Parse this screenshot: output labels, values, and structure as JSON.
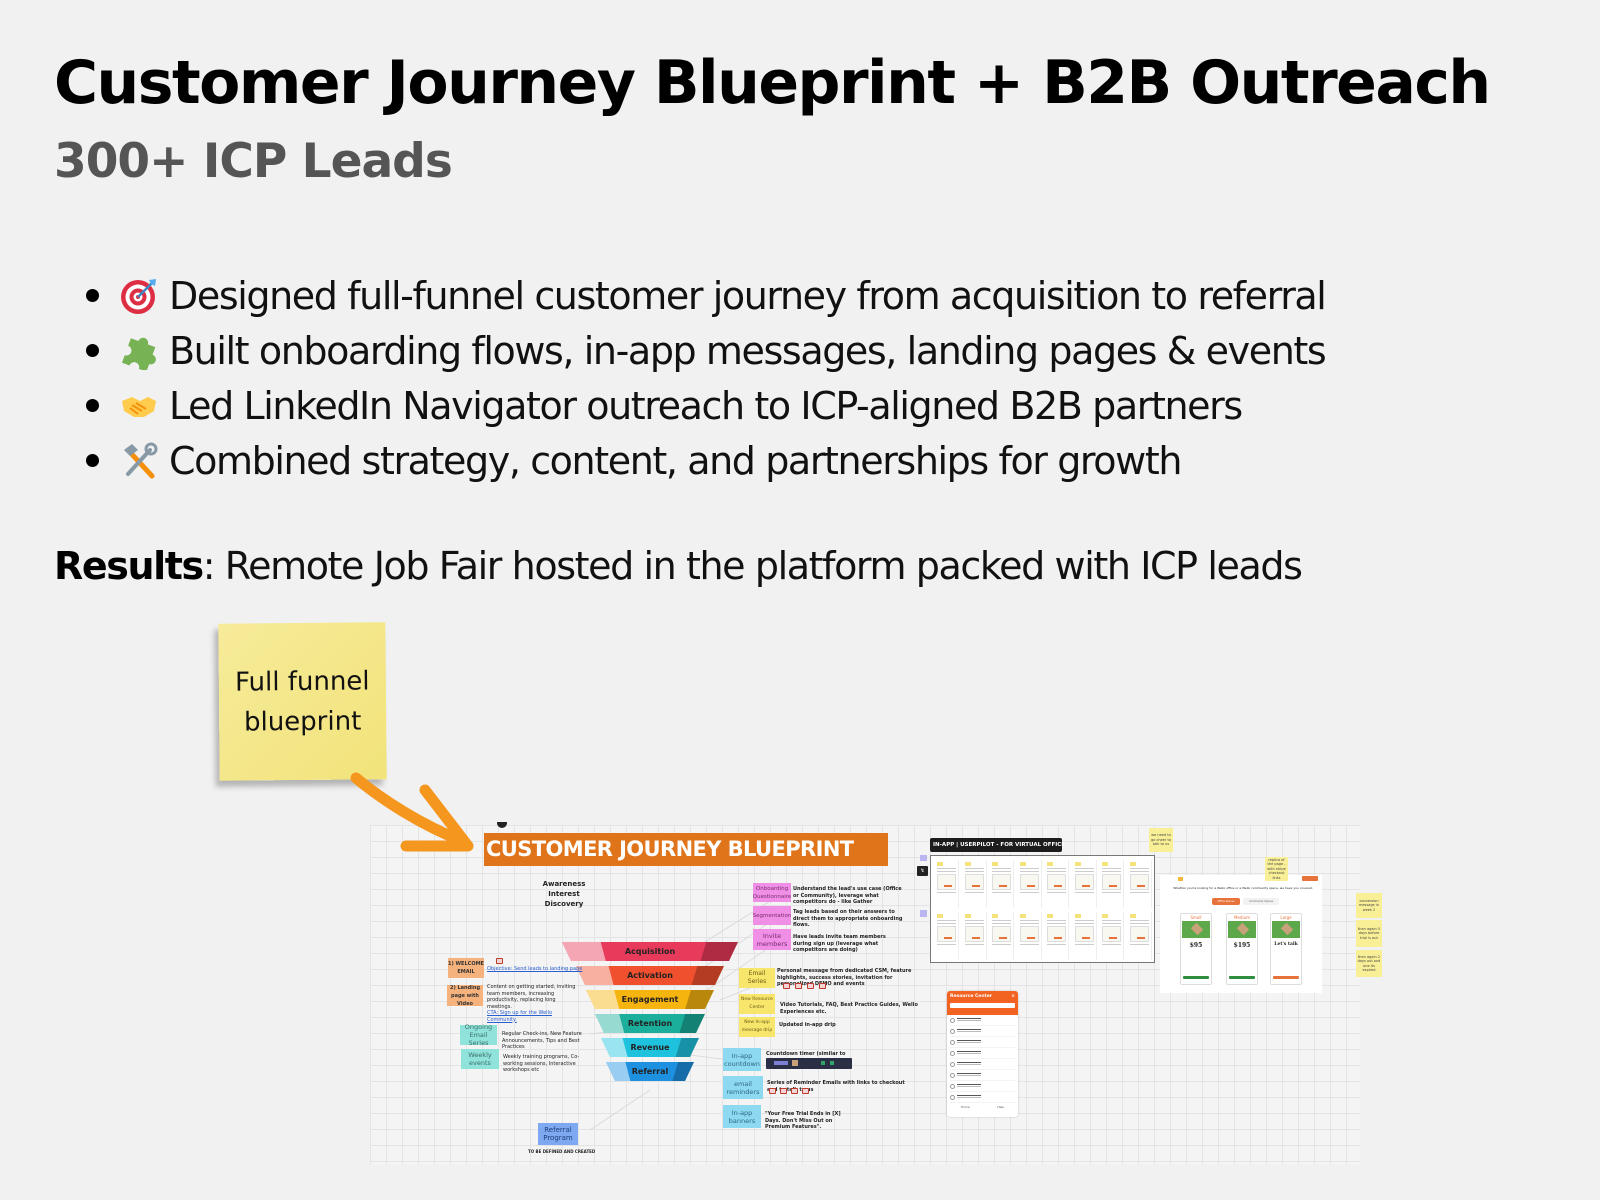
{
  "header": {
    "title": "Customer Journey Blueprint + B2B Outreach",
    "subtitle": "300+ ICP Leads"
  },
  "bullets": [
    {
      "icon": "target-icon",
      "text": "Designed full-funnel customer journey from acquisition to referral"
    },
    {
      "icon": "puzzle-piece-icon",
      "text": "Built onboarding flows, in-app messages, landing pages & events"
    },
    {
      "icon": "handshake-icon",
      "text": "Led LinkedIn Navigator outreach to ICP-aligned B2B partners"
    },
    {
      "icon": "hammer-wrench-icon",
      "text": "Combined strategy, content, and partnerships for growth"
    }
  ],
  "results": {
    "label": "Results",
    "text": ": Remote Job Fair hosted in the platform packed with ICP leads"
  },
  "sticky_note": {
    "line1": "Full funnel",
    "line2": "blueprint"
  },
  "blueprint": {
    "banner": "CUSTOMER JOURNEY BLUEPRINT",
    "stages_top": [
      "Awareness",
      "Interest",
      "Discovery"
    ],
    "funnel": [
      "Acquisition",
      "Activation",
      "Engagement",
      "Retention",
      "Revenue",
      "Referral"
    ],
    "funnel_colors": [
      "#e83a5a",
      "#f0502e",
      "#f6b40f",
      "#1aae9b",
      "#1fc2dd",
      "#1e90e0"
    ],
    "left": {
      "welcome_email": "1) WELCOME EMAIL",
      "welcome_objective": "Objective: Send leads to landing page",
      "landing_page": "2) Landing page with Video",
      "landing_desc": "Content on getting started, inviting team members, increasing productivity, replacing long meetings.",
      "landing_cta": "CTA: Sign up for the Wello Community.",
      "ongoing_email": "Ongoing Email Series",
      "ongoing_desc": "Regular Check-ins, New Feature Announcements, Tips and Best Practices",
      "weekly_events": "Weekly events",
      "weekly_desc": "Weekly training programs, Co-working sessions, Interactive workshops etc",
      "referral_program": "Referral Program",
      "referral_note": "TO BE DEFINED AND CREATED"
    },
    "right": {
      "onboarding_q": "Onboarding Questionnaire",
      "onboarding_q_desc": "Understand the lead's use case (Office or Community), leverage what competitors do - like Gather",
      "segmentation": "Segmentation",
      "segmentation_desc": "Tag leads based on their answers to direct them to appropriate onboarding flows.",
      "invite_members": "Invite members",
      "invite_desc": "Have leads invite team members during sign up (leverage what competitors are doing)",
      "email_series": "Email Series",
      "email_series_desc": "Personal message from dedicated CSM, feature highlights, success stories, invitation for personalized DEMO and events",
      "resource_center": "New Resource Center",
      "resource_center_desc": "Video Tutorials, FAQ, Best Practice Guides, Wello Experiences etc.",
      "inapp_drip": "New In-app message drip",
      "inapp_drip_desc": "Updated in-app drip",
      "countdown": "In-app countdown",
      "countdown_desc": "Countdown timer (similar to Gather)",
      "email_reminders": "email reminders",
      "email_reminders_desc": "Series of Reminder Emails with links to checkout and to talk to us",
      "inapp_banners": "In-app banners",
      "inapp_banners_desc": "\"Your Free Trial Ends in [X] Days. Don't Miss Out on Premium Features\"."
    },
    "userpilot_header": "IN-APP | USERPILOT - FOR VIRTUAL OFFICE",
    "resource_center_panel": {
      "title": "Resource Center",
      "items": [
        "Support Chat",
        "Video Tutorials",
        "FAQs",
        "Best Practice Guides",
        "Customer Success Manager Contact",
        "Book a Demo",
        "Join Our Wello Community",
        "Upcoming Events"
      ],
      "nav": [
        "Home",
        "Help"
      ]
    },
    "pricing": {
      "tagline": "Whether you're looking for a Wello office or a Wello community space, we have you covered.",
      "tabs": [
        "Office Spaces",
        "Community Spaces"
      ],
      "plans": [
        {
          "name": "Small",
          "price": "$95"
        },
        {
          "name": "Medium",
          "price": "$195"
        },
        {
          "name": "Large",
          "price": "Let's talk"
        }
      ]
    },
    "notes": {
      "go_cheer": "we need to go cheer to talk to us",
      "replica": "replica of the page - with stripe checkout links",
      "conversion_week2": "conversion message in week 2",
      "then_5days": "then again 5 days before trial is out",
      "then_2days": "then again 2 days out and one its expired"
    }
  }
}
